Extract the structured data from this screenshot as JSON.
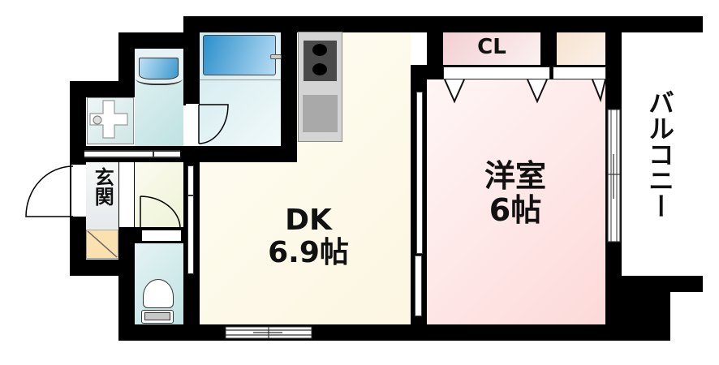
{
  "floorplan": {
    "rooms": {
      "dk": {
        "name": "DK",
        "size": "6.9帖"
      },
      "western_room": {
        "name": "洋室",
        "size": "6帖"
      },
      "closet": {
        "name": "CL"
      },
      "entrance": {
        "name": "玄関"
      },
      "balcony": {
        "name": "バルコニー"
      }
    },
    "fixtures": [
      "washing-machine",
      "washbasin",
      "bathtub",
      "kitchen-stove",
      "toilet",
      "shoe-box"
    ],
    "colors": {
      "wall": "#000000",
      "dk_floor": "#fdf9ea",
      "western_floor": "#fde3e3",
      "wet_area": "#d9eef0",
      "bathtub": "#5aa9dc",
      "closet_pink": "#f4d2d4",
      "closet_beige": "#f8e6d6",
      "shoe_box": "#fbe0b0",
      "hall_floor": "#f3f7e2",
      "stove_body": "#d4d4d4",
      "stove_top": "#4a4a4a"
    }
  }
}
